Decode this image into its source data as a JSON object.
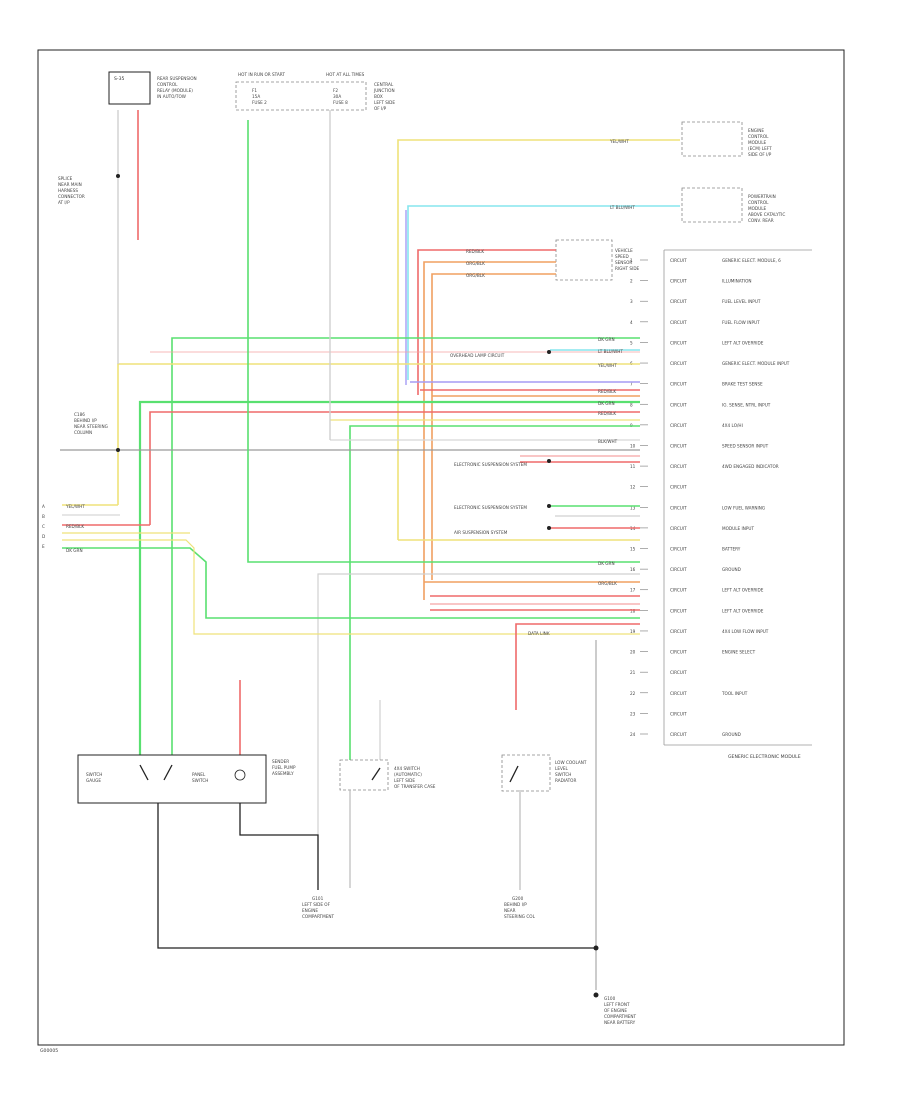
{
  "diagram": {
    "footer_code": "G00005",
    "module_caption": "GENERIC ELECTRONIC MODULE",
    "top_components": [
      {
        "id": "fuse-ref",
        "lines": [
          "S-35",
          "REAR SUSPENSION",
          "CONTROL",
          "RELAY (MODULE)",
          "IN AUTO/TOW"
        ]
      },
      {
        "id": "fuse-a",
        "lines": [
          "HOT IN RUN OR START",
          "F1",
          "15A",
          "FUSE 2"
        ]
      },
      {
        "id": "fuse-b",
        "lines": [
          "HOT AT ALL TIMES",
          "F2",
          "30A",
          "FUSE 8"
        ]
      },
      {
        "id": "fuse-b-note",
        "lines": [
          "CENTRAL",
          "JUNCTION",
          "BOX",
          "LEFT SIDE",
          "OF I/P"
        ]
      }
    ],
    "right_top_refs": [
      {
        "lines": [
          "ENGINE",
          "CONTROL",
          "MODULE",
          "(ECM) LEFT",
          "SIDE OF I/P"
        ]
      },
      {
        "lines": [
          "POWERTRAIN",
          "CONTROL",
          "MODULE",
          "ABOVE CATALYTIC",
          "CONV. REAR"
        ]
      },
      {
        "lines": [
          "VEHICLE",
          "SPEED",
          "SENSOR",
          "RIGHT SIDE"
        ]
      }
    ],
    "pin_table_rows": [
      {
        "pin": "1",
        "code": "CIRCUIT",
        "desc": "GENERIC ELECT. MODULE, 6"
      },
      {
        "pin": "2",
        "code": "CIRCUIT",
        "desc": "ILLUMINATION"
      },
      {
        "pin": "3",
        "code": "CIRCUIT",
        "desc": "FUEL LEVEL INPUT"
      },
      {
        "pin": "4",
        "code": "CIRCUIT",
        "desc": "FUEL FLOW INPUT"
      },
      {
        "pin": "5",
        "code": "CIRCUIT",
        "desc": "LEFT ALT OVERRIDE"
      },
      {
        "pin": "6",
        "code": "CIRCUIT",
        "desc": "GENERIC ELECT. MODULE INPUT"
      },
      {
        "pin": "7",
        "code": "CIRCUIT",
        "desc": "BRAKE TEST SENSE"
      },
      {
        "pin": "8",
        "code": "CIRCUIT",
        "desc": "IG. SENSE, NTRL INPUT"
      },
      {
        "pin": "9",
        "code": "CIRCUIT",
        "desc": "4X4 LO/HI"
      },
      {
        "pin": "10",
        "code": "CIRCUIT",
        "desc": "SPEED SENSOR INPUT"
      },
      {
        "pin": "11",
        "code": "CIRCUIT",
        "desc": "4WD ENGAGED INDICATOR"
      },
      {
        "pin": "12",
        "code": "CIRCUIT",
        "desc": ""
      },
      {
        "pin": "13",
        "code": "CIRCUIT",
        "desc": "LOW FUEL WARNING"
      },
      {
        "pin": "14",
        "code": "CIRCUIT",
        "desc": "MODULE INPUT"
      },
      {
        "pin": "15",
        "code": "CIRCUIT",
        "desc": "BATTERY"
      },
      {
        "pin": "16",
        "code": "CIRCUIT",
        "desc": "GROUND"
      },
      {
        "pin": "17",
        "code": "CIRCUIT",
        "desc": "LEFT ALT OVERRIDE"
      },
      {
        "pin": "18",
        "code": "CIRCUIT",
        "desc": "LEFT ALT OVERRIDE"
      },
      {
        "pin": "19",
        "code": "CIRCUIT",
        "desc": "4X4 LOW FLOW INPUT"
      },
      {
        "pin": "20",
        "code": "CIRCUIT",
        "desc": "ENGINE SELECT"
      },
      {
        "pin": "21",
        "code": "CIRCUIT",
        "desc": ""
      },
      {
        "pin": "22",
        "code": "CIRCUIT",
        "desc": "TOOL INPUT"
      },
      {
        "pin": "23",
        "code": "CIRCUIT",
        "desc": ""
      },
      {
        "pin": "24",
        "code": "CIRCUIT",
        "desc": "GROUND"
      }
    ],
    "wire_labels": [
      {
        "id": "w-yl",
        "text": "YEL/WHT"
      },
      {
        "id": "w-lb",
        "text": "LT BLU/WHT"
      },
      {
        "id": "w-rd",
        "text": "RED/BLK"
      },
      {
        "id": "w-bk",
        "text": "BLK/WHT"
      },
      {
        "id": "w-gn",
        "text": "DK GRN"
      },
      {
        "id": "w-or",
        "text": "ORG/BLK"
      }
    ],
    "internal_notes": [
      {
        "text": "OVERHEAD LAMP CIRCUIT"
      },
      {
        "text": "ELECTRONIC SUSPENSION SYSTEM"
      },
      {
        "text": "ELECTRONIC SUSPENSION SYSTEM"
      },
      {
        "text": "AIR SUSPENSION SYSTEM"
      },
      {
        "text": "DATA LINK"
      }
    ],
    "left_side_refs": [
      {
        "lines": [
          "SPLICE",
          "NEAR MAIN",
          "HARNESS",
          "CONNECTOR",
          "AT I/P"
        ]
      },
      {
        "lines": [
          "C186",
          "BEHIND I/P",
          "NEAR STEERING",
          "COLUMN"
        ]
      }
    ],
    "bottom_components": [
      {
        "id": "gauge",
        "lines": [
          "SWITCH",
          "GAUGE",
          "PANEL",
          "SWITCH"
        ]
      },
      {
        "id": "sender",
        "lines": [
          "SENDER",
          "FUEL PUMP",
          "ASSEMBLY"
        ]
      },
      {
        "id": "brake-switch",
        "lines": [
          "4X4 SWITCH",
          "(AUTOMATIC)",
          "LEFT SIDE",
          "OF TRANSFER CASE"
        ]
      },
      {
        "id": "ind-switch",
        "lines": [
          "LOW COOLANT",
          "LEVEL",
          "SWITCH",
          "RADIATOR"
        ]
      }
    ],
    "ground_refs": [
      {
        "lines": [
          "G101",
          "LEFT SIDE OF",
          "ENGINE",
          "COMPARTMENT"
        ]
      },
      {
        "lines": [
          "G200",
          "BEHIND I/P",
          "NEAR",
          "STEERING COL"
        ]
      },
      {
        "lines": [
          "G100",
          "LEFT FRONT",
          "OF ENGINE",
          "COMPARTMENT",
          "NEAR BATTERY"
        ]
      }
    ],
    "colors": {
      "yellow": "#efe27a",
      "green": "#59e070",
      "red": "#ef6a6a",
      "orange": "#f0a060",
      "cyan": "#86e6ee",
      "purple": "#a59cf4",
      "pink": "#f5a3a3"
    }
  }
}
